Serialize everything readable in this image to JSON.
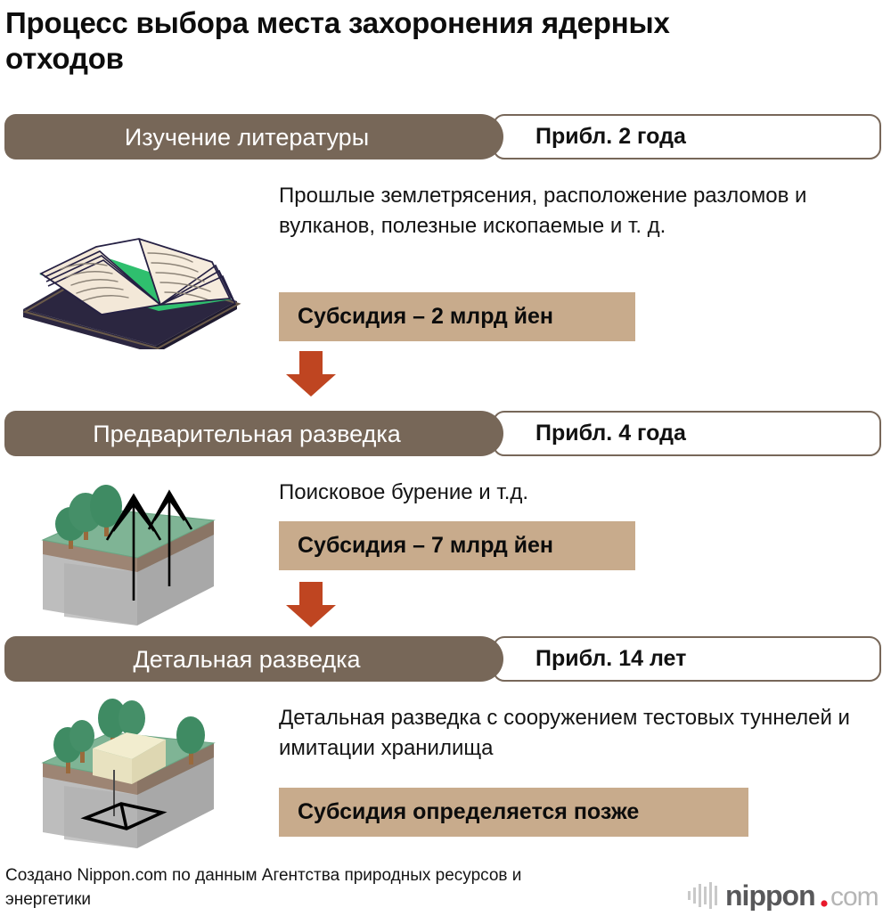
{
  "title": "Процесс выбора места захоронения ядерных отходов",
  "colors": {
    "stage_pill": "#776758",
    "stage_border": "#776759",
    "subsidy_bg": "#c8ab8c",
    "arrow": "#bf4521",
    "ground_top": "#7fb495",
    "soil": "#9d8574",
    "rock": "#b8b8b8",
    "tree": "#3f8b63",
    "logo_red": "#e8192c",
    "logo_dark": "#58585a",
    "logo_light": "#b5b5b5"
  },
  "stages": [
    {
      "name": "Изучение литературы",
      "pill_width": 560,
      "duration": "Прибл. 2 года",
      "description": "Прошлые землетрясения, расположение разломов и вулканов, полезные ископаемые и т. д.",
      "subsidy": "Субсидия – 2 млрд йен",
      "subsidy_width": 400,
      "illustration": "open-book-icon"
    },
    {
      "name": "Предварительная разведка",
      "pill_width": 560,
      "duration": "Прибл. 4 года",
      "description": "Поисковое бурение и т.д.",
      "subsidy": "Субсидия – 7 млрд йен",
      "subsidy_width": 400,
      "illustration": "forest-drilling-block-icon"
    },
    {
      "name": "Детальная разведка",
      "pill_width": 560,
      "duration": "Прибл. 14 лет",
      "description": "Детальная разведка с сооружением тестовых туннелей и имитации хранилища",
      "subsidy": "Субсидия определяется позже",
      "subsidy_width": 527,
      "illustration": "tunnel-facility-block-icon"
    }
  ],
  "arrows": [
    {
      "name": "down-arrow-icon"
    },
    {
      "name": "down-arrow-icon"
    }
  ],
  "footer": {
    "credit": "Создано Nippon.com по данным Агентства природных ресурсов и энергетики",
    "logo": {
      "name": "nippon",
      "suffix": ".com",
      "dot": "."
    }
  }
}
